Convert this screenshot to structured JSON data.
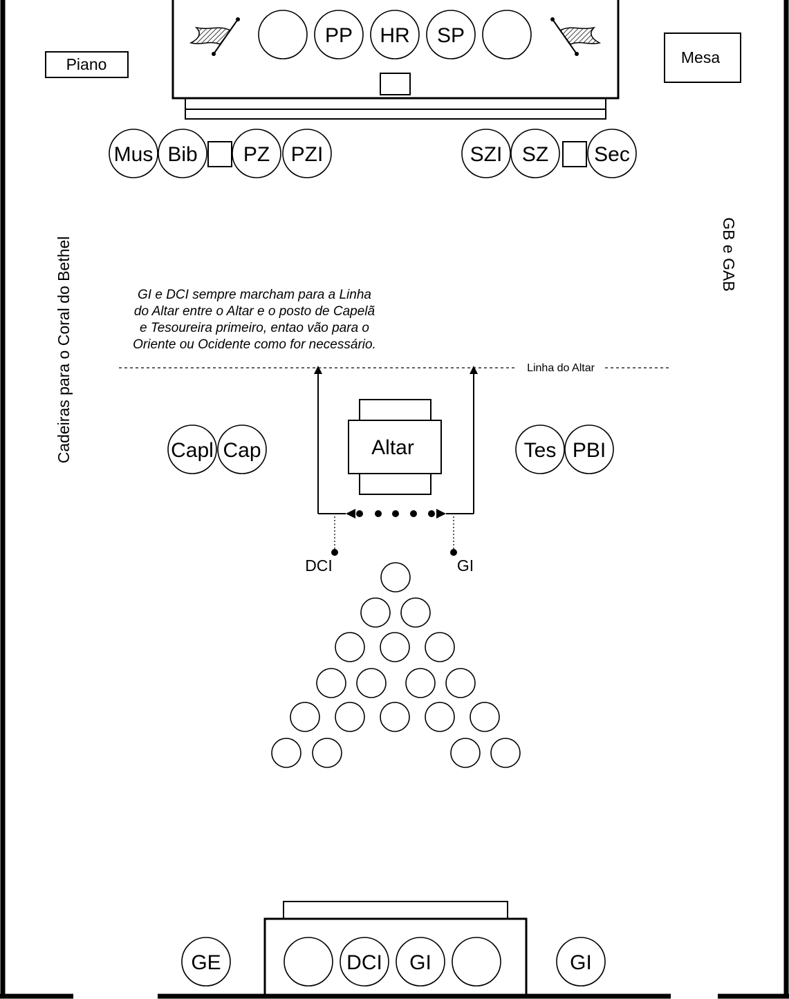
{
  "labels": {
    "piano": "Piano",
    "mesa": "Mesa",
    "altar": "Altar",
    "altar_line": "Linha do Altar",
    "side_left": "Cadeiras para o Coral do Bethel",
    "side_right": "GB e GAB",
    "dci_marker": "DCI",
    "gi_marker": "GI"
  },
  "note_lines": [
    "GI e DCI sempre marcham para a Linha",
    "do Altar entre o Altar e o posto de Capelã",
    "e Tesoureira primeiro, entao vão para o",
    "Oriente ou Ocidente como for necessário."
  ],
  "east_station": [
    "",
    "PP",
    "HR",
    "SP",
    ""
  ],
  "east_row_left": [
    "Mus",
    "Bib",
    "PZ",
    "PZI"
  ],
  "east_row_right": [
    "SZI",
    "SZ",
    "Sec"
  ],
  "altar_left": [
    "Capl",
    "Cap"
  ],
  "altar_right": [
    "Tes",
    "PBI"
  ],
  "west_station": [
    "",
    "DCI",
    "GI",
    ""
  ],
  "west_left": "GE",
  "west_right": "GI",
  "formation_rows": [
    [
      ""
    ],
    [
      "",
      ""
    ],
    [
      "",
      "",
      ""
    ],
    [
      "",
      "",
      "",
      ""
    ],
    [
      "",
      "",
      "",
      "",
      ""
    ],
    [
      "",
      "",
      "",
      ""
    ]
  ]
}
